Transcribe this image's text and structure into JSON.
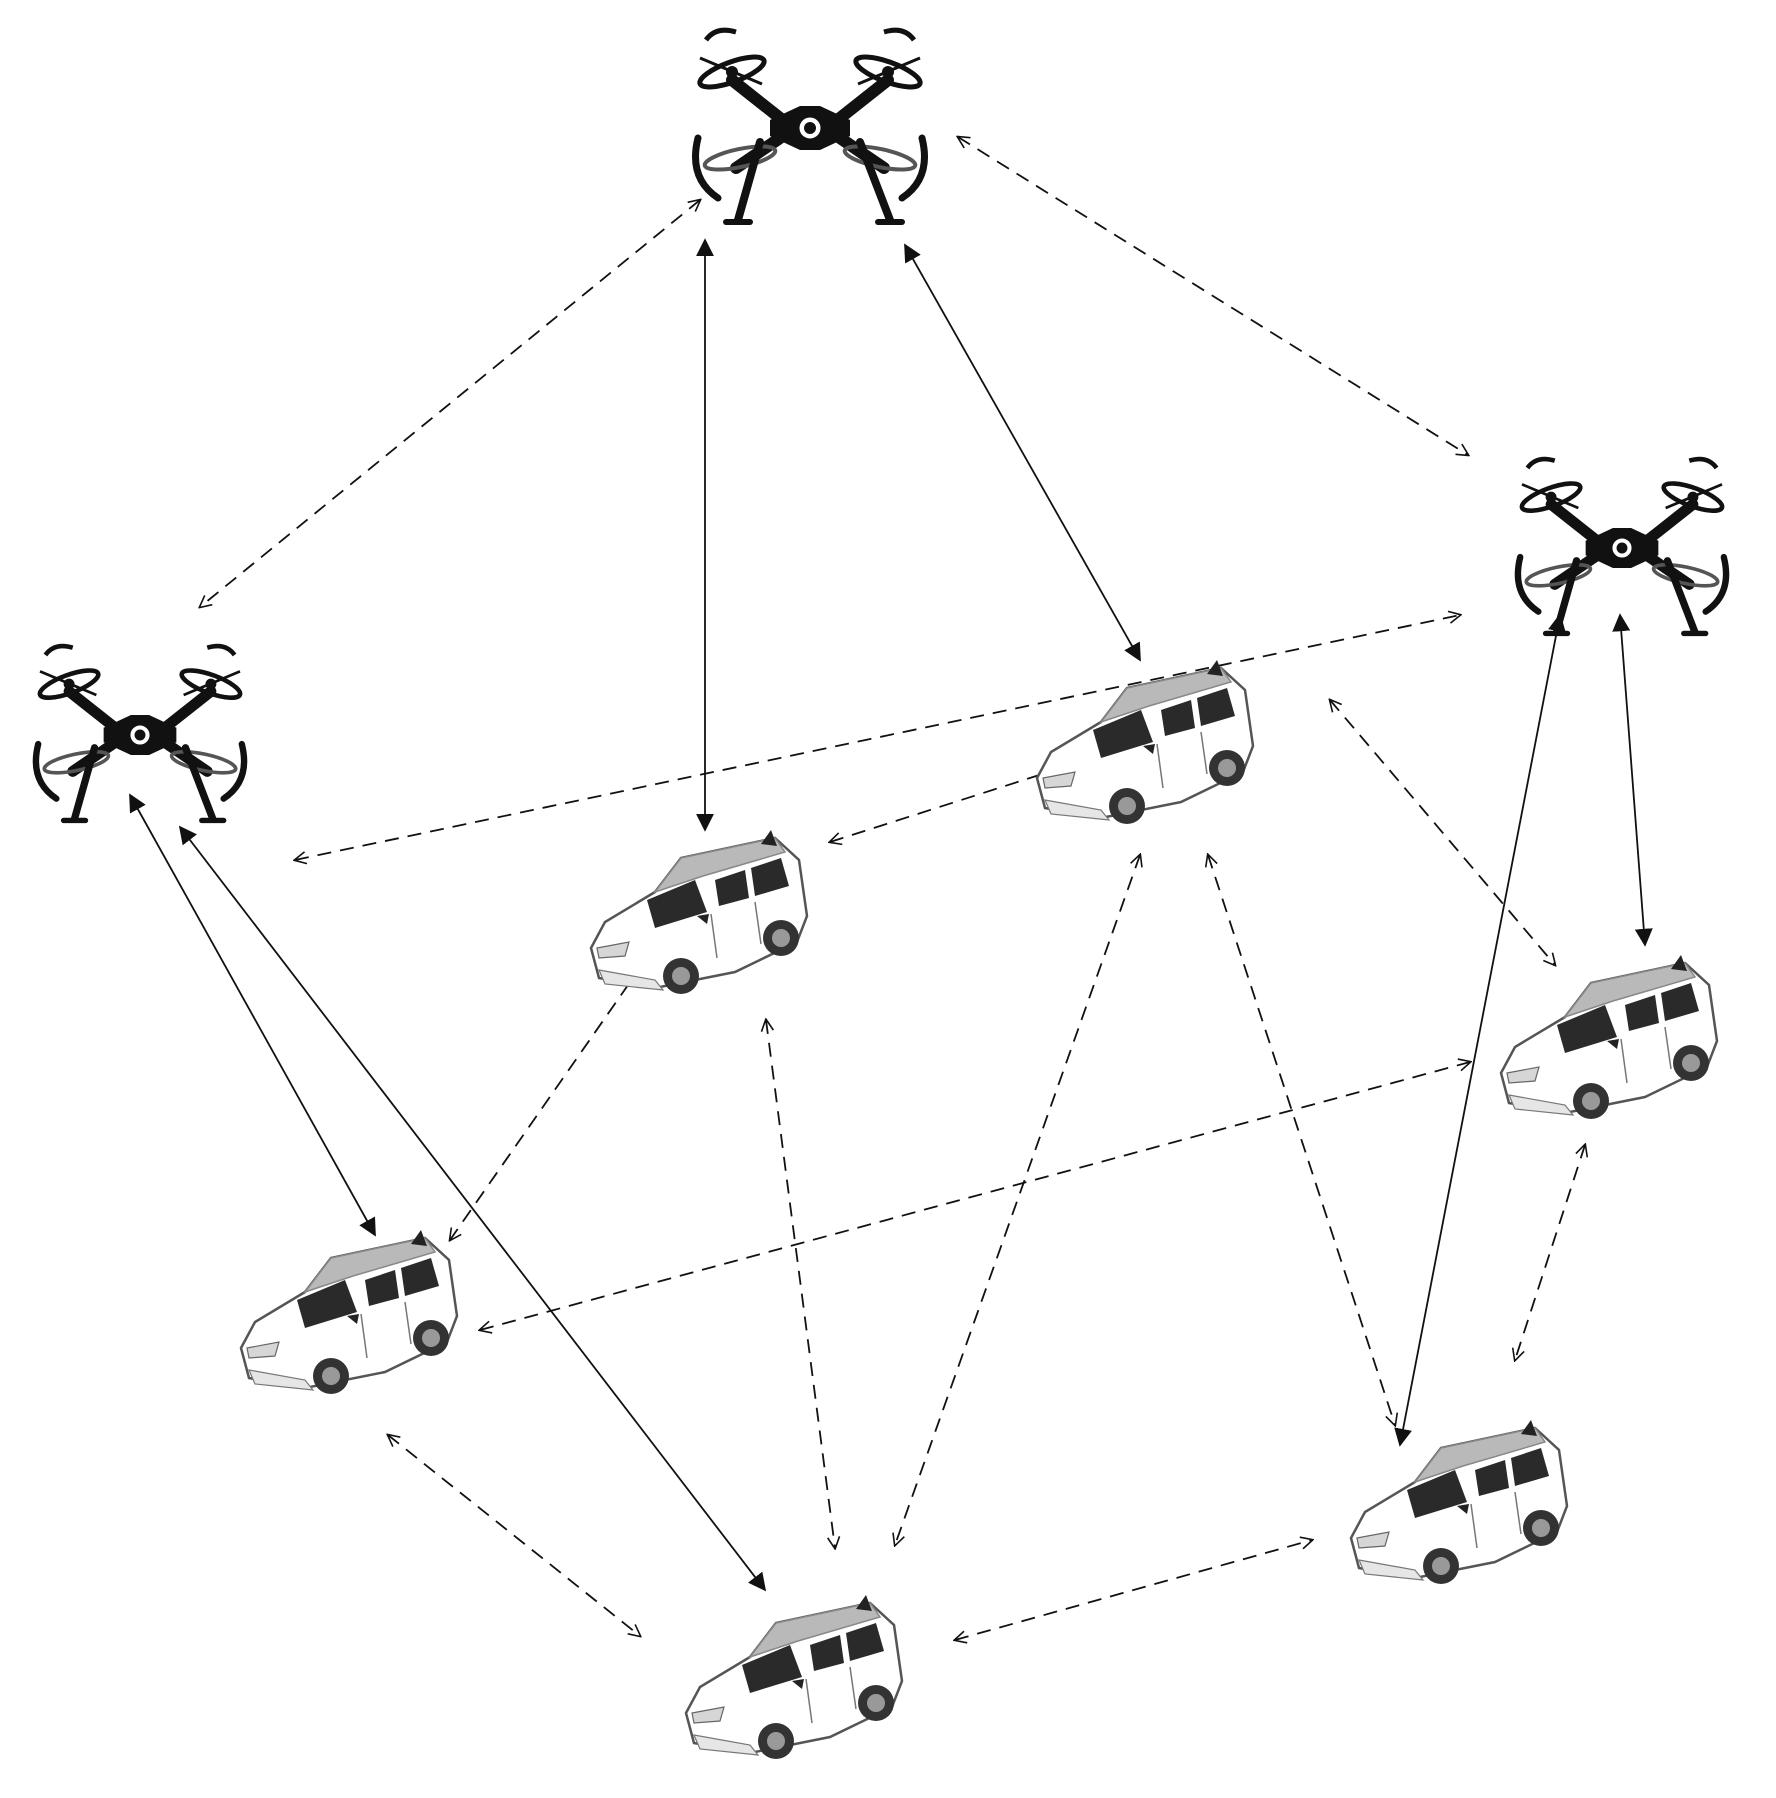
{
  "diagram": {
    "description_nodes": {
      "uavs": [
        {
          "id": "uav-top",
          "icon": "drone-icon"
        },
        {
          "id": "uav-left",
          "icon": "drone-icon"
        },
        {
          "id": "uav-right",
          "icon": "drone-icon"
        }
      ],
      "vehicles": [
        {
          "id": "car-center",
          "icon": "car-icon"
        },
        {
          "id": "car-mid-right",
          "icon": "car-icon"
        },
        {
          "id": "car-right",
          "icon": "car-icon"
        },
        {
          "id": "car-left",
          "icon": "car-icon"
        },
        {
          "id": "car-bottom",
          "icon": "car-icon"
        },
        {
          "id": "car-bottom-right",
          "icon": "car-icon"
        }
      ]
    },
    "links": [
      {
        "from": "uav-top",
        "to": "car-center",
        "style": "solid"
      },
      {
        "from": "uav-top",
        "to": "car-mid-right",
        "style": "solid"
      },
      {
        "from": "uav-left",
        "to": "car-left",
        "style": "solid"
      },
      {
        "from": "uav-left",
        "to": "car-bottom",
        "style": "solid"
      },
      {
        "from": "uav-right",
        "to": "car-bottom-right",
        "style": "solid"
      },
      {
        "from": "uav-right",
        "to": "car-right",
        "style": "solid"
      },
      {
        "from": "uav-top",
        "to": "uav-left",
        "style": "dashed"
      },
      {
        "from": "uav-top",
        "to": "uav-right",
        "style": "dashed"
      },
      {
        "from": "car-center",
        "to": "uav-right",
        "style": "dashed"
      },
      {
        "from": "car-center",
        "to": "car-mid-right",
        "style": "dashed"
      },
      {
        "from": "car-center",
        "to": "car-left",
        "style": "dashed"
      },
      {
        "from": "car-center",
        "to": "car-bottom",
        "style": "dashed"
      },
      {
        "from": "car-mid-right",
        "to": "car-right",
        "style": "dashed"
      },
      {
        "from": "car-mid-right",
        "to": "car-bottom",
        "style": "dashed"
      },
      {
        "from": "car-mid-right",
        "to": "car-bottom-right",
        "style": "dashed"
      },
      {
        "from": "car-left",
        "to": "car-right",
        "style": "dashed"
      },
      {
        "from": "car-left",
        "to": "car-bottom",
        "style": "dashed"
      },
      {
        "from": "car-bottom",
        "to": "car-bottom-right",
        "style": "dashed"
      },
      {
        "from": "car-right",
        "to": "car-bottom-right",
        "style": "dashed"
      }
    ],
    "colors": {
      "line": "#111111",
      "drone": "#111111",
      "car_body": "#ffffff",
      "car_roof": "#b9b9b9",
      "car_glass": "#2a2a2a"
    }
  }
}
